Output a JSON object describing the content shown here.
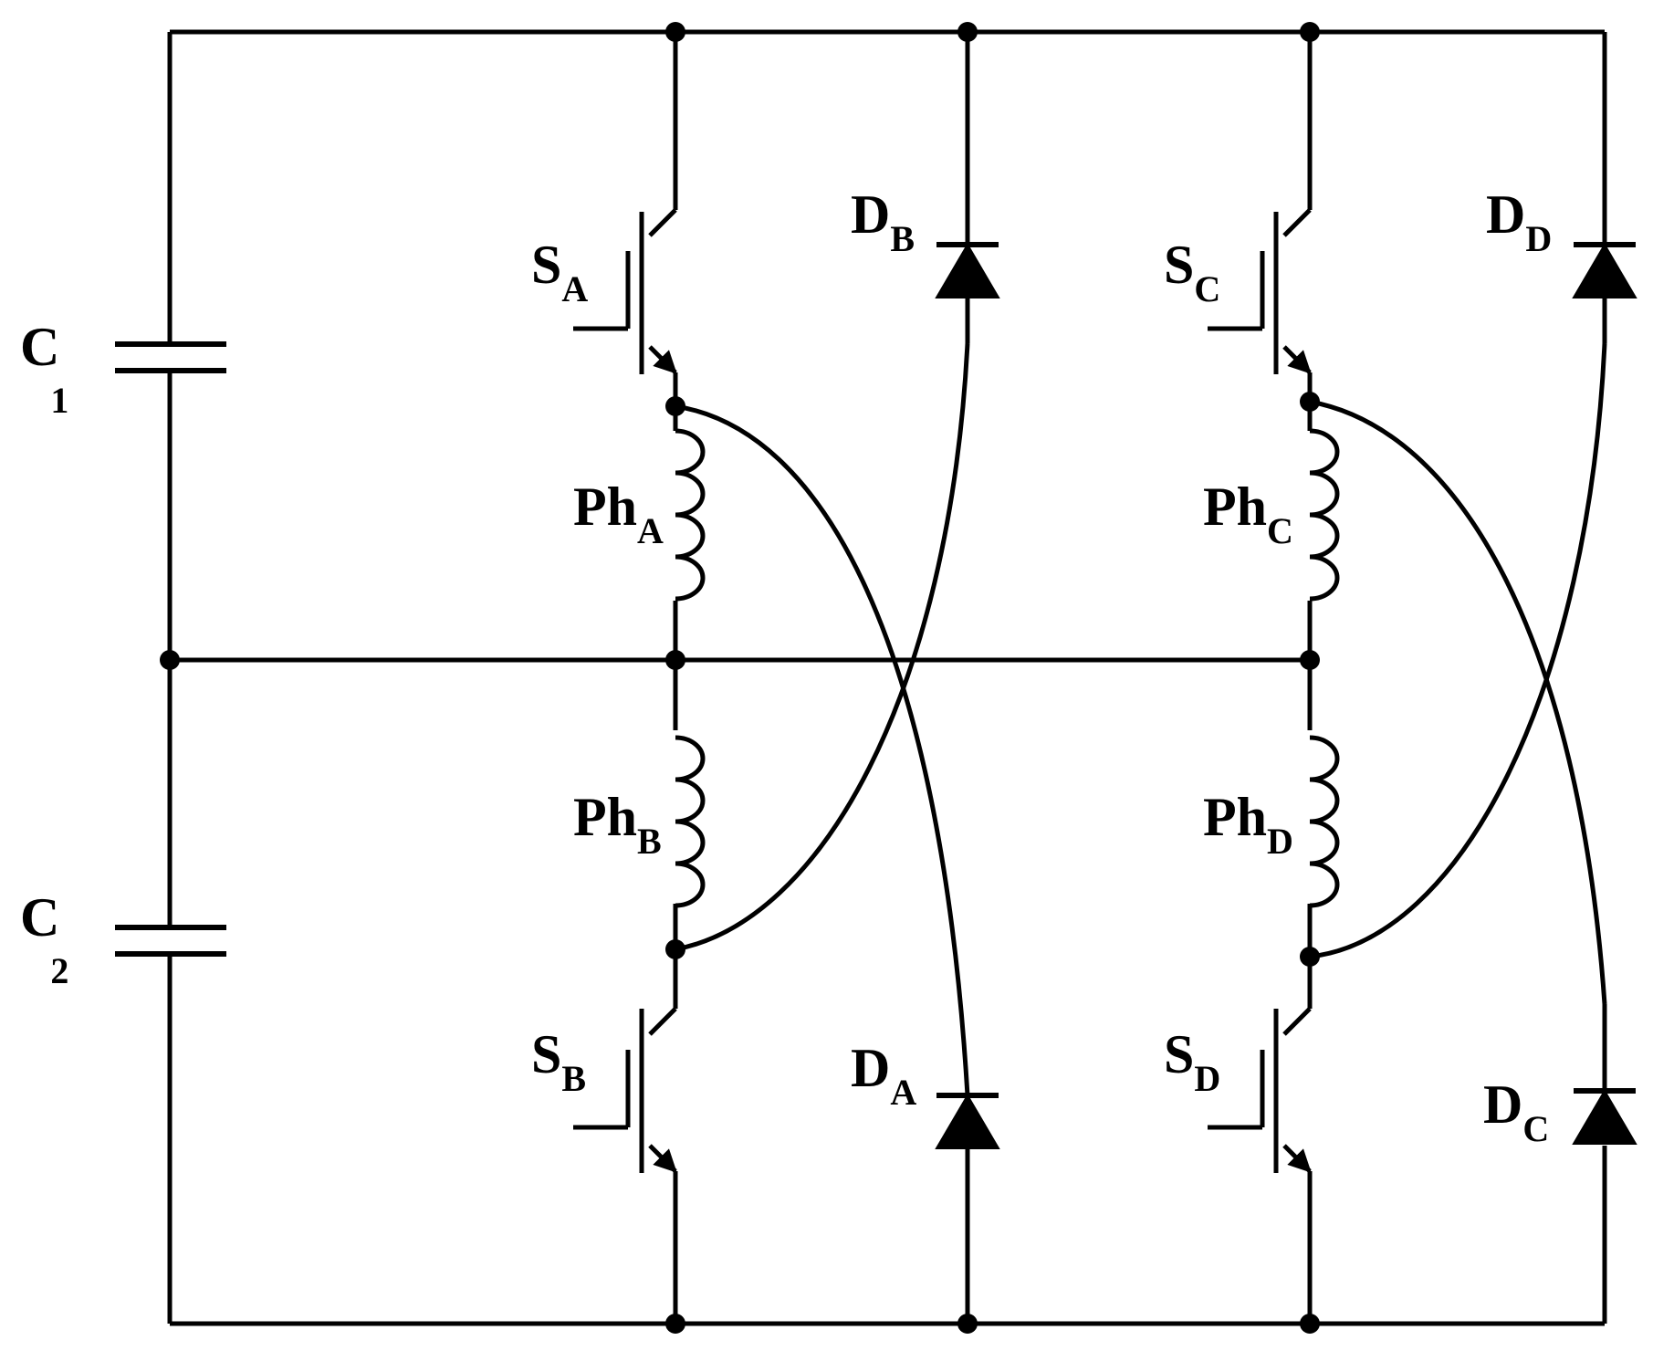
{
  "labels": {
    "c1": {
      "main": "C",
      "sub": "1"
    },
    "c2": {
      "main": "C",
      "sub": "2"
    },
    "sa": {
      "main": "S",
      "sub": "A"
    },
    "sb": {
      "main": "S",
      "sub": "B"
    },
    "sc": {
      "main": "S",
      "sub": "C"
    },
    "sd": {
      "main": "S",
      "sub": "D"
    },
    "da": {
      "main": "D",
      "sub": "A"
    },
    "db": {
      "main": "D",
      "sub": "B"
    },
    "dc": {
      "main": "D",
      "sub": "C"
    },
    "dd": {
      "main": "D",
      "sub": "D"
    },
    "pha": {
      "main": "Ph",
      "sub": "A"
    },
    "phb": {
      "main": "Ph",
      "sub": "B"
    },
    "phc": {
      "main": "Ph",
      "sub": "C"
    },
    "phd": {
      "main": "Ph",
      "sub": "D"
    }
  }
}
